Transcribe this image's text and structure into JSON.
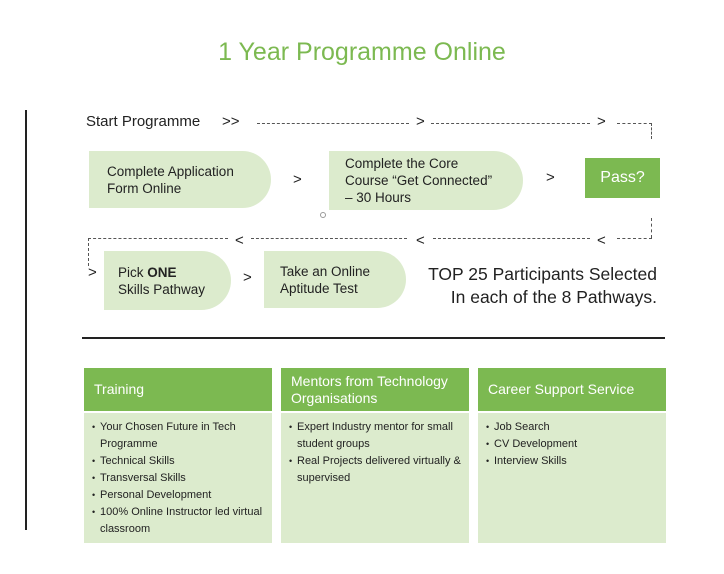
{
  "title": "1 Year Programme Online",
  "flow": {
    "start_label": "Start Programme",
    "arrow_double": ">>",
    "arrow_right": ">",
    "arrow_left": "<",
    "step1": [
      "Complete Application",
      "Form Online"
    ],
    "step2": [
      "Complete the Core",
      "Course “Get Connected”",
      "– 30 Hours"
    ],
    "pass": "Pass?",
    "step3": {
      "pre": "Pick ",
      "bold": "ONE",
      "line2": "Skills Pathway"
    },
    "step4": [
      "Take an Online",
      "Aptitude Test"
    ],
    "result": [
      "TOP 25 Participants Selected",
      "In each of the 8 Pathways."
    ]
  },
  "columns": [
    {
      "heading": "Training",
      "items": [
        "Your Chosen Future in Tech Programme",
        "Technical Skills",
        "Transversal Skills",
        "Personal Development",
        "100% Online Instructor led virtual classroom"
      ]
    },
    {
      "heading": "Mentors from Technology Organisations",
      "items": [
        "Expert Industry mentor for small student groups",
        "Real Projects delivered virtually & supervised"
      ]
    },
    {
      "heading": "Career Support Service",
      "items": [
        "Job Search",
        "CV Development",
        "Interview Skills"
      ]
    }
  ]
}
